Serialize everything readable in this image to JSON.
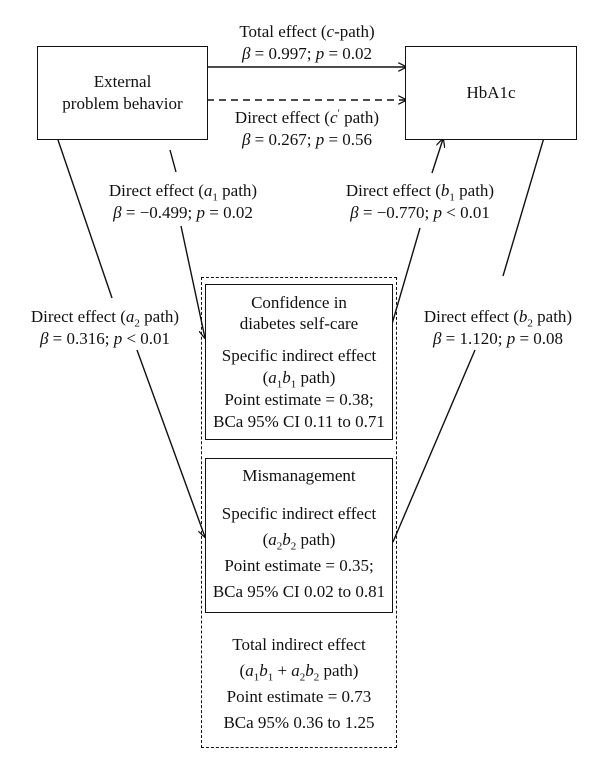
{
  "nodes": {
    "external": [
      "External",
      "problem behavior"
    ],
    "hba1c": "HbA1c",
    "confidence": [
      "Confidence in",
      "diabetes self-care"
    ],
    "mismanagement": "Mismanagement"
  },
  "paths": {
    "total_c": {
      "label_pre": "Total effect (",
      "var": "c",
      "label_post": "-path)",
      "stats": "β = 0.997; p = 0.02"
    },
    "direct_c": {
      "label_pre": "Direct effect (",
      "var": "c",
      "sup": "′",
      "label_post": " path)",
      "stats": "β = 0.267; p = 0.56"
    },
    "a1": {
      "label_pre": "Direct effect (",
      "var": "a",
      "sub": "1",
      "label_post": " path)",
      "stats": "β = −0.499; p = 0.02"
    },
    "b1": {
      "label_pre": "Direct effect (",
      "var": "b",
      "sub": "1",
      "label_post": " path)",
      "stats": "β = −0.770; p < 0.01"
    },
    "a2": {
      "label_pre": "Direct effect (",
      "var": "a",
      "sub": "2",
      "label_post": " path)",
      "stats": "β = 0.316; p < 0.01"
    },
    "b2": {
      "label_pre": "Direct effect (",
      "var": "b",
      "sub": "2",
      "label_post": " path)",
      "stats": "β = 1.120; p = 0.08"
    }
  },
  "indirect1": {
    "title": "Specific indirect effect",
    "path": "a1b1 path",
    "point": "Point estimate = 0.38;",
    "ci": "BCa 95% CI 0.11 to 0.71"
  },
  "indirect2": {
    "title": "Specific indirect effect",
    "path": "a2b2 path",
    "point": "Point estimate = 0.35;",
    "ci": "BCa 95% CI 0.02 to 0.81"
  },
  "total_indirect": {
    "title": "Total indirect effect",
    "path": "a1b1 + a2b2 path",
    "point": "Point estimate = 0.73",
    "ci": "BCa 95% 0.36 to 1.25"
  }
}
